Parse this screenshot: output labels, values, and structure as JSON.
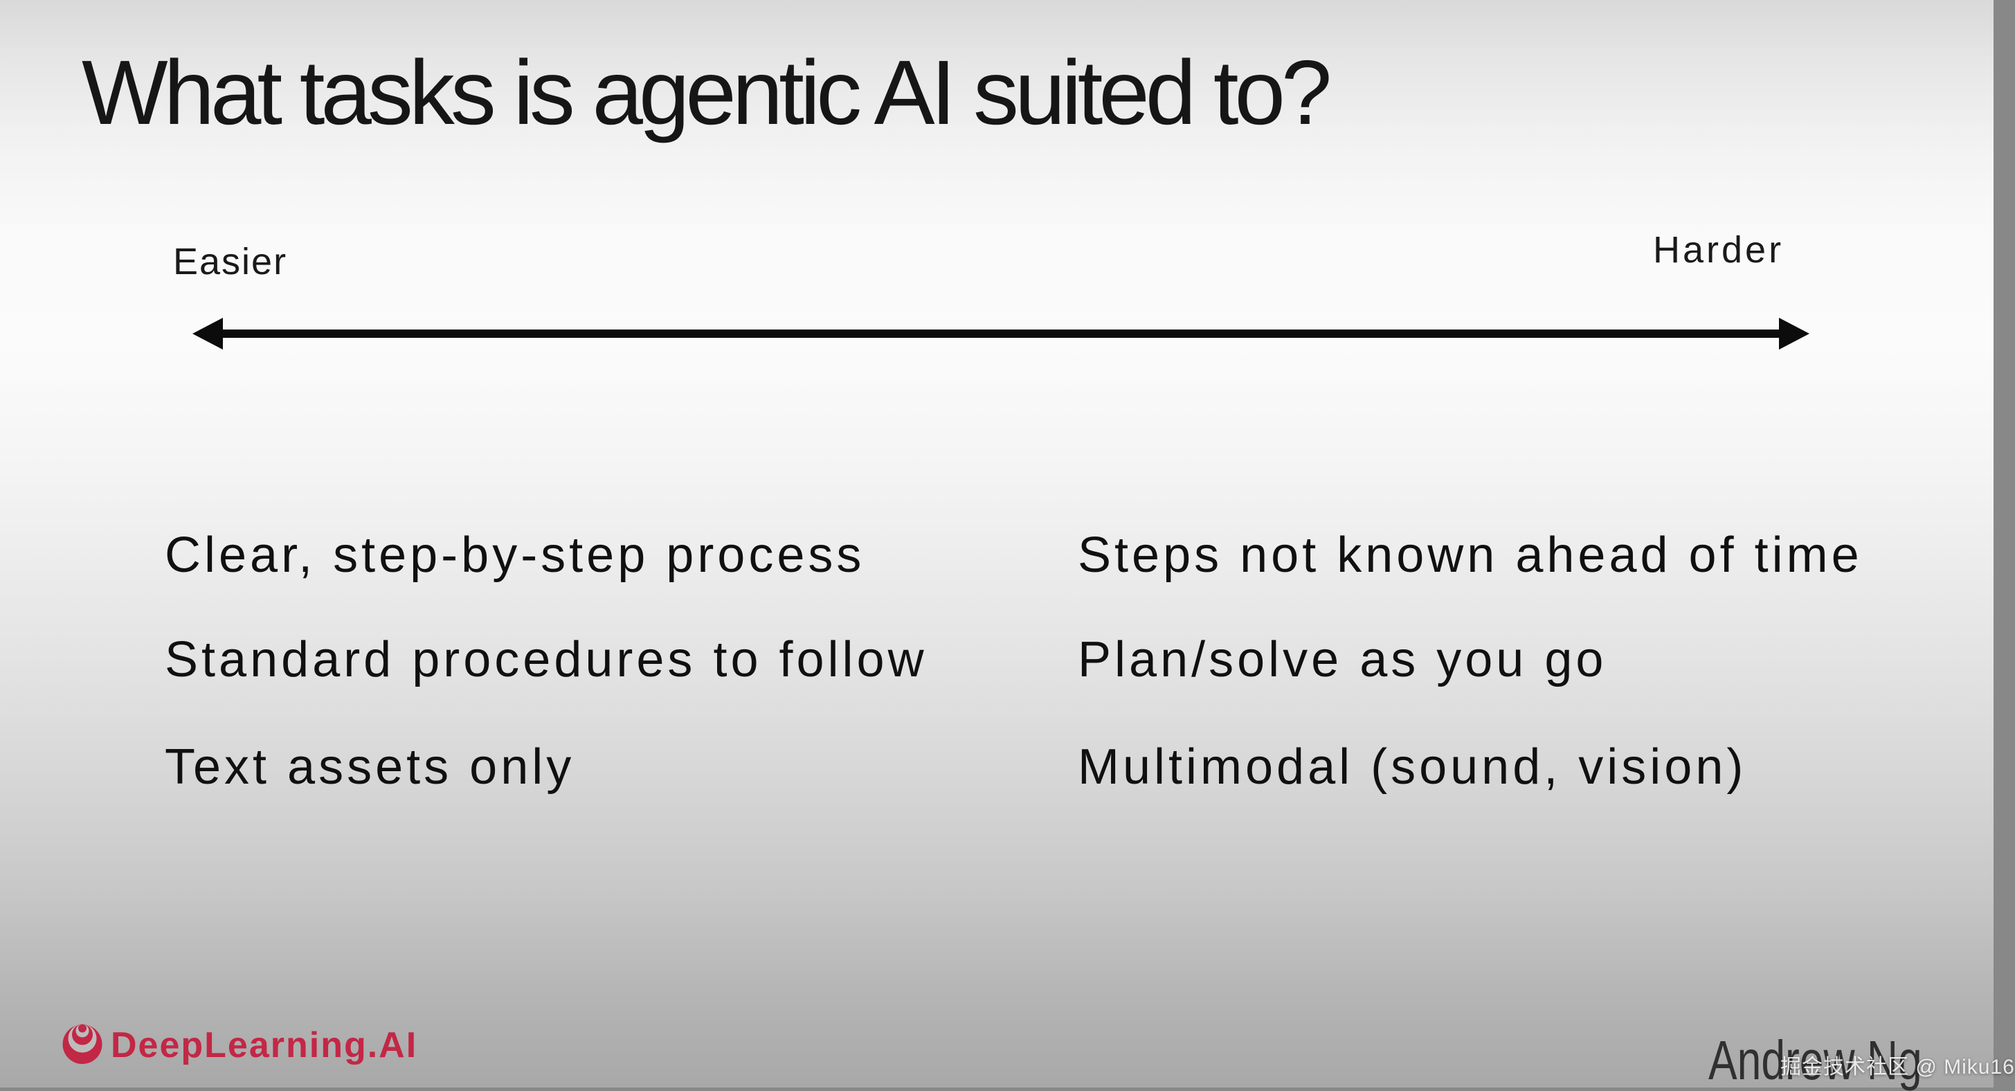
{
  "slide": {
    "title": "What tasks is agentic AI suited to?",
    "spectrum": {
      "left_label": "Easier",
      "right_label": "Harder",
      "arrow_style": "double-headed horizontal arrow"
    },
    "columns": {
      "left": [
        "Clear, step-by-step process",
        "Standard procedures to follow",
        "Text assets only"
      ],
      "right": [
        "Steps not known ahead of time",
        "Plan/solve as you go",
        "Multimodal (sound, vision)"
      ]
    },
    "footer": {
      "brand": "DeepLearning.AI",
      "author": "Andrew Ng"
    },
    "watermark": "掘金技术社区 @ Miku16",
    "colors": {
      "brand_red": "#c32746",
      "text_dark": "#111111",
      "arrow_black": "#0c0c0c",
      "background_top": "#d9d9d9",
      "background_middle": "#fbfbfb",
      "background_bottom": "#a8a8a8",
      "watermark_white": "#ffffff"
    }
  }
}
